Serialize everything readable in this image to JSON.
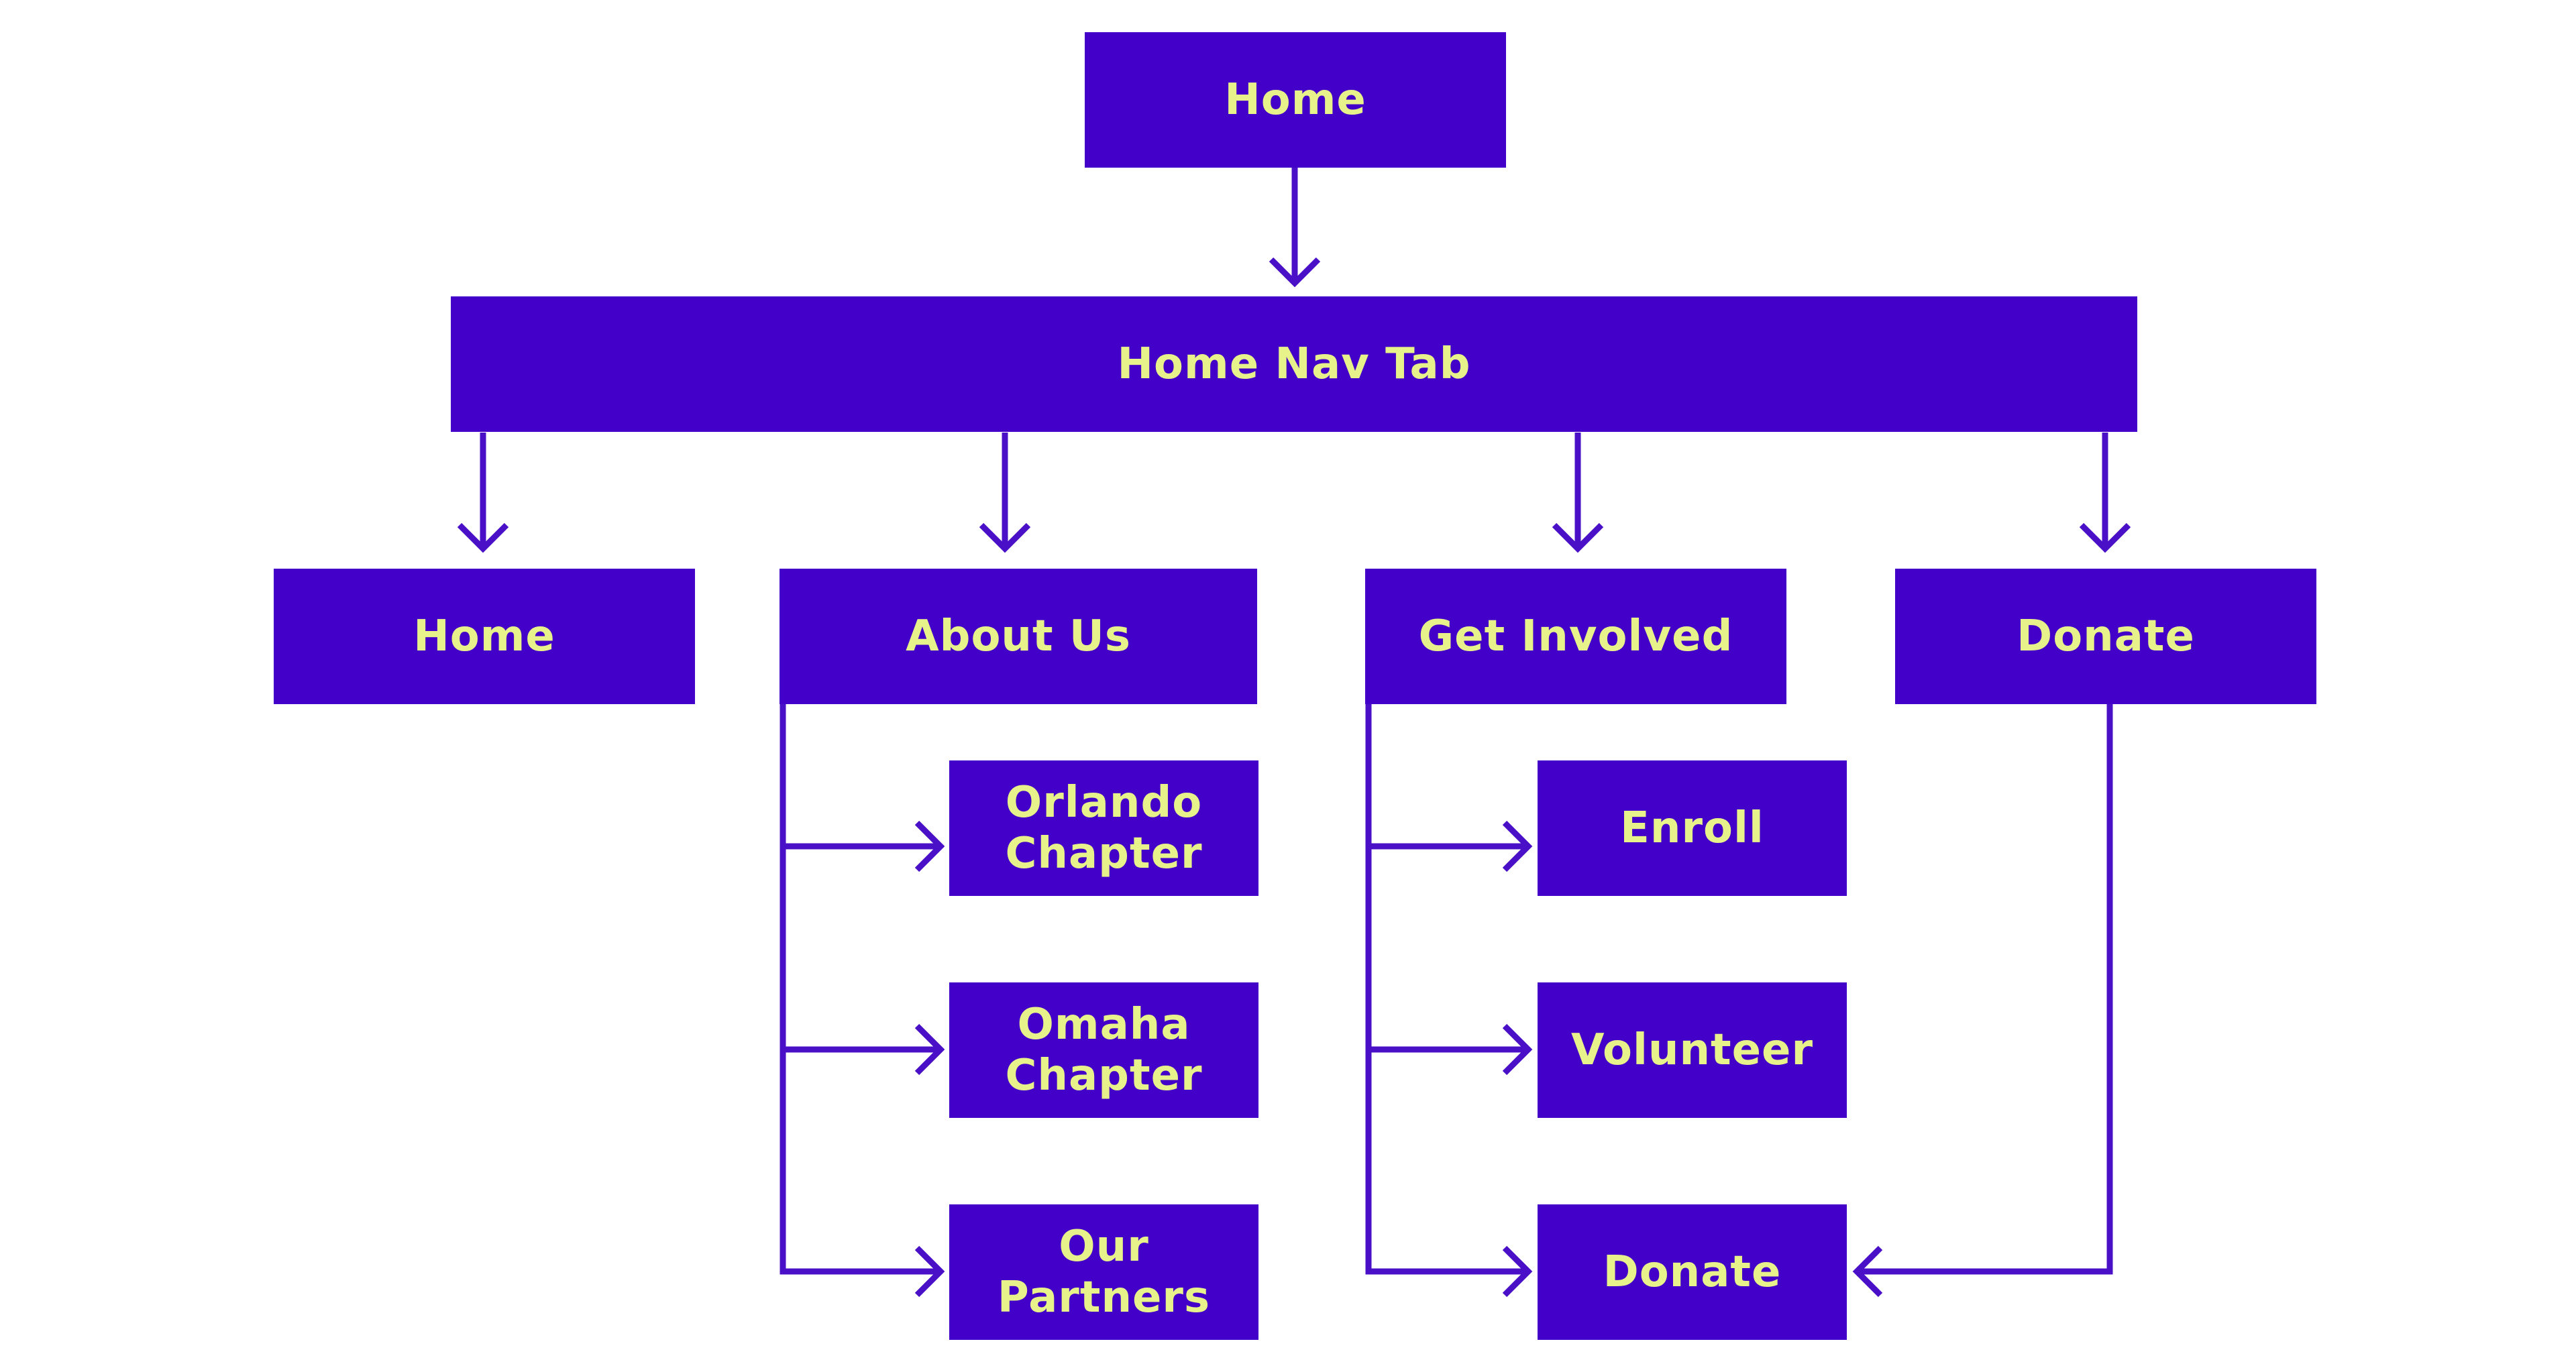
{
  "colors": {
    "box_fill": "#4200c8",
    "box_text": "#e8f28a",
    "connector": "#4a10c8"
  },
  "nodes": {
    "top_home": "Home",
    "nav_tab": "Home Nav Tab",
    "home": "Home",
    "about_us": "About Us",
    "get_involved": "Get Involved",
    "donate": "Donate",
    "orlando_chapter": "Orlando\nChapter",
    "omaha_chapter": "Omaha\nChapter",
    "our_partners": "Our\nPartners",
    "enroll": "Enroll",
    "volunteer": "Volunteer",
    "donate_sub": "Donate"
  }
}
